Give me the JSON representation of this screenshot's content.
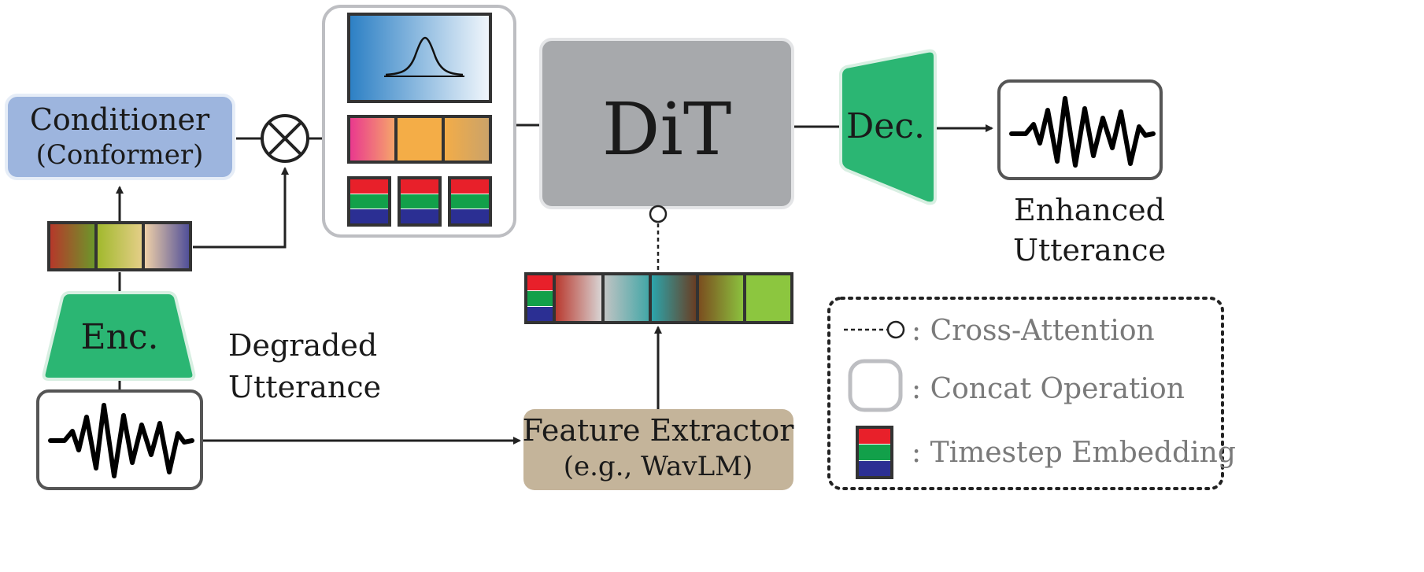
{
  "conditioner": {
    "title": "Conditioner",
    "subtitle": "(Conformer)"
  },
  "encoder": {
    "label": "Enc."
  },
  "decoder": {
    "label": "Dec."
  },
  "dit": {
    "label": "DiT"
  },
  "degraded": {
    "line1": "Degraded",
    "line2": "Utterance"
  },
  "enhanced": {
    "line1": "Enhanced",
    "line2": "Utterance"
  },
  "feature_extractor": {
    "title": "Feature Extractor",
    "subtitle": "(e.g., WavLM)"
  },
  "legend": {
    "cross_attention": ": Cross-Attention",
    "concat": ": Concat Operation",
    "timestep": ": Timestep Embedding"
  },
  "colors": {
    "conditioner_fill": "#9db5de",
    "encoder_fill": "#2bb673",
    "dit_fill": "#a7a9ac",
    "feature_fill": "#c4b49a",
    "stroke": "#222222",
    "emb_red": "#e8202a",
    "emb_green": "#12a04a",
    "emb_blue": "#2b2f93"
  }
}
